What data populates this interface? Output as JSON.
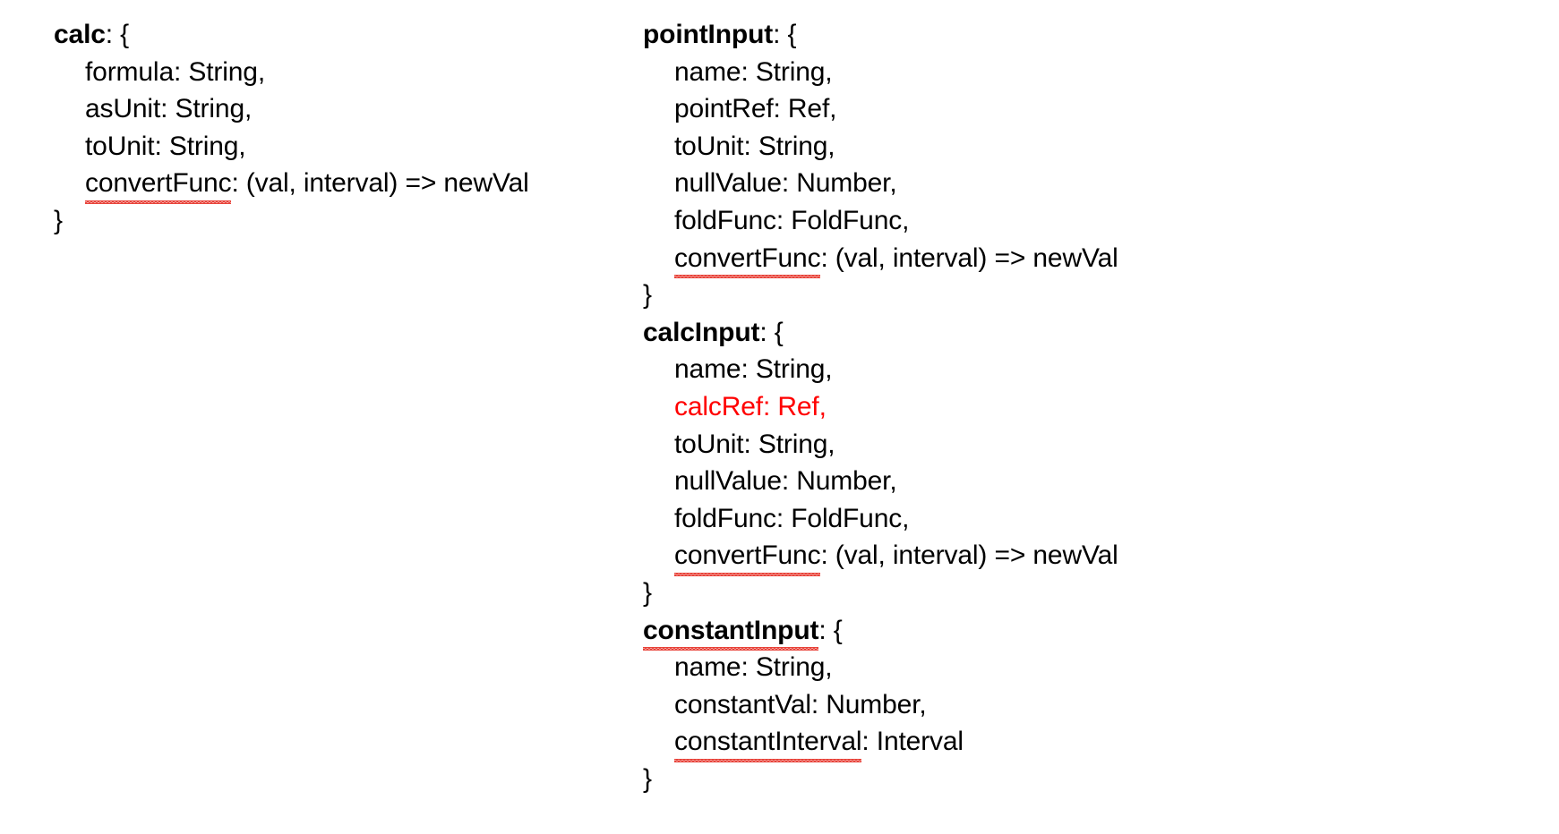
{
  "document": {
    "background_color": "#ffffff",
    "text_color": "#000000",
    "highlight_color": "#ff0000",
    "spellcheck_underline_color": "#e8433a",
    "left_column": {
      "blocks": [
        {
          "name": "calc",
          "header": "calc",
          "header_suffix": ": {",
          "closing": "}",
          "fields": [
            {
              "text": "formula: String,",
              "highlight": false,
              "squiggle": ""
            },
            {
              "text": "asUnit: String,",
              "highlight": false,
              "squiggle": ""
            },
            {
              "text": "toUnit: String,",
              "highlight": false,
              "squiggle": ""
            },
            {
              "text": "convertFunc: (val, interval) => newVal",
              "highlight": false,
              "squiggle": "convertFunc"
            }
          ]
        }
      ]
    },
    "right_column": {
      "blocks": [
        {
          "name": "pointInput",
          "header": "pointInput",
          "header_suffix": ": {",
          "closing": "}",
          "header_squiggle": false,
          "fields": [
            {
              "text": "name: String,",
              "highlight": false,
              "squiggle": ""
            },
            {
              "text": "pointRef: Ref,",
              "highlight": false,
              "squiggle": ""
            },
            {
              "text": "toUnit: String,",
              "highlight": false,
              "squiggle": ""
            },
            {
              "text": "nullValue: Number,",
              "highlight": false,
              "squiggle": ""
            },
            {
              "text": "foldFunc: FoldFunc,",
              "highlight": false,
              "squiggle": ""
            },
            {
              "text": "convertFunc: (val, interval) => newVal",
              "highlight": false,
              "squiggle": "convertFunc"
            }
          ]
        },
        {
          "name": "calcInput",
          "header": "calcInput",
          "header_suffix": ": {",
          "closing": "}",
          "header_squiggle": false,
          "fields": [
            {
              "text": "name: String,",
              "highlight": false,
              "squiggle": ""
            },
            {
              "text": "calcRef: Ref,",
              "highlight": true,
              "squiggle": ""
            },
            {
              "text": "toUnit: String,",
              "highlight": false,
              "squiggle": ""
            },
            {
              "text": "nullValue: Number,",
              "highlight": false,
              "squiggle": ""
            },
            {
              "text": "foldFunc: FoldFunc,",
              "highlight": false,
              "squiggle": ""
            },
            {
              "text": "convertFunc: (val, interval) => newVal",
              "highlight": false,
              "squiggle": "convertFunc"
            }
          ]
        },
        {
          "name": "constantInput",
          "header": "constantInput",
          "header_suffix": ": {",
          "closing": "}",
          "header_squiggle": true,
          "fields": [
            {
              "text": "name: String,",
              "highlight": false,
              "squiggle": ""
            },
            {
              "text": "constantVal: Number,",
              "highlight": false,
              "squiggle": ""
            },
            {
              "text": "constantInterval: Interval",
              "highlight": false,
              "squiggle": "constantInterval"
            }
          ]
        }
      ]
    }
  }
}
